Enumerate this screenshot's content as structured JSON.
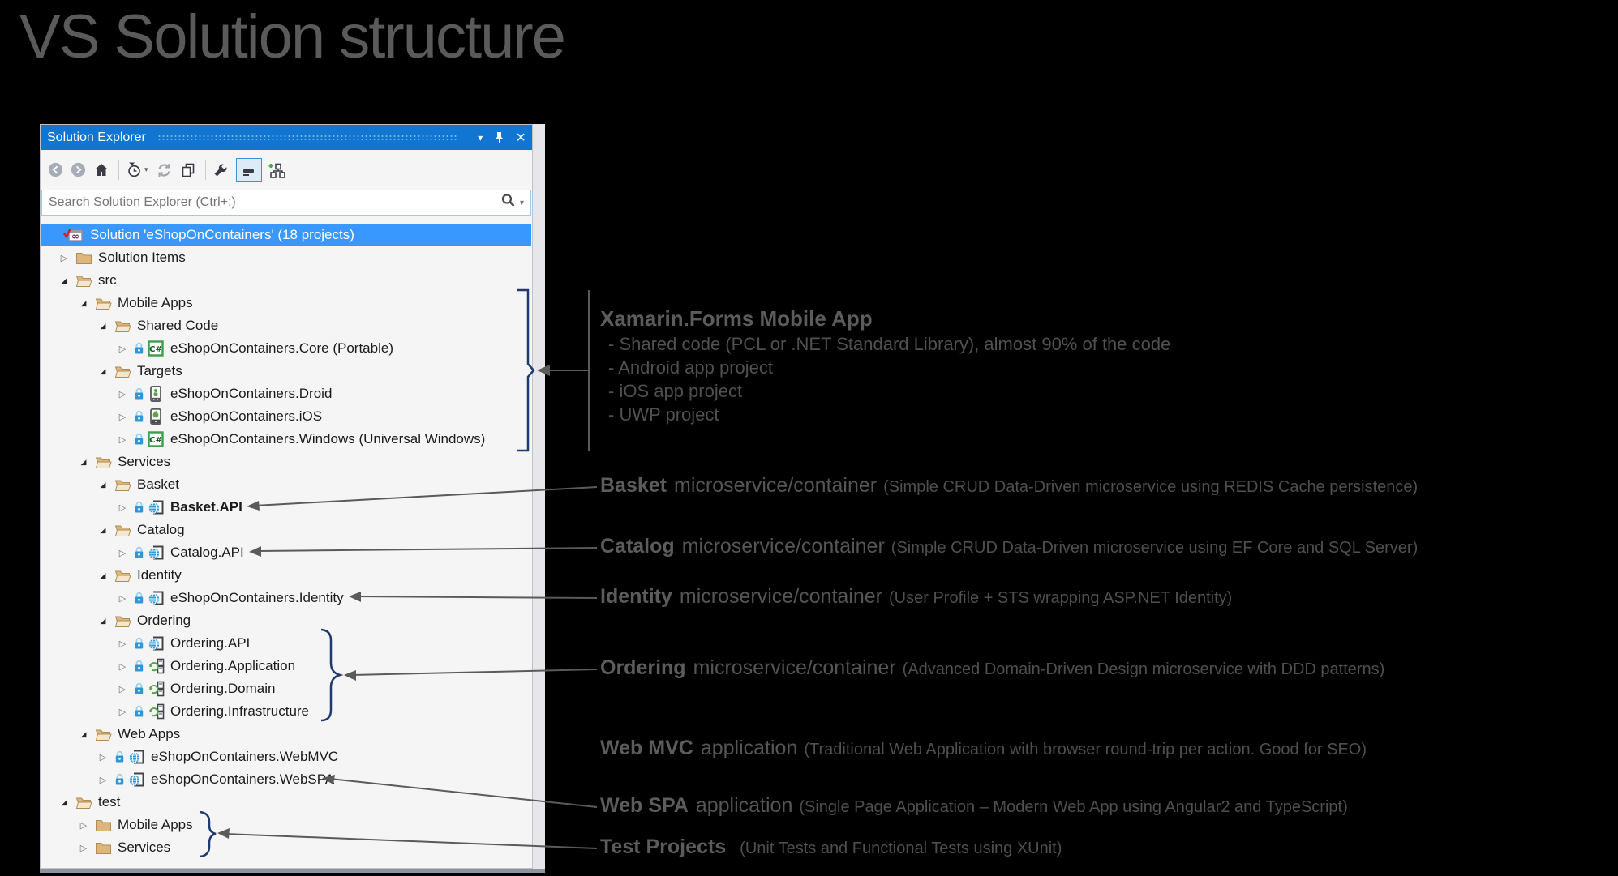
{
  "page_title": "VS Solution structure",
  "panel": {
    "title": "Solution Explorer",
    "search": {
      "placeholder": "Search Solution Explorer (Ctrl+;)"
    },
    "tree": [
      {
        "level": 0,
        "kind": "solution",
        "expander": "none",
        "label": "Solution 'eShopOnContainers' (18 projects)",
        "selected": true
      },
      {
        "level": 1,
        "kind": "folder-closed",
        "expander": "collapsed",
        "label": "Solution Items"
      },
      {
        "level": 1,
        "kind": "folder-open",
        "expander": "expanded",
        "label": "src"
      },
      {
        "level": 2,
        "kind": "folder-open",
        "expander": "expanded",
        "label": "Mobile Apps"
      },
      {
        "level": 3,
        "kind": "folder-open",
        "expander": "expanded",
        "label": "Shared Code"
      },
      {
        "level": 4,
        "kind": "csharp",
        "expander": "collapsed",
        "label": "eShopOnContainers.Core (Portable)",
        "locked": true
      },
      {
        "level": 3,
        "kind": "folder-open",
        "expander": "expanded",
        "label": "Targets"
      },
      {
        "level": 4,
        "kind": "droid",
        "expander": "collapsed",
        "label": "eShopOnContainers.Droid",
        "locked": true
      },
      {
        "level": 4,
        "kind": "ios",
        "expander": "collapsed",
        "label": "eShopOnContainers.iOS",
        "locked": true
      },
      {
        "level": 4,
        "kind": "csharp",
        "expander": "collapsed",
        "label": "eShopOnContainers.Windows (Universal Windows)",
        "locked": true
      },
      {
        "level": 2,
        "kind": "folder-open",
        "expander": "expanded",
        "label": "Services"
      },
      {
        "level": 3,
        "kind": "folder-open",
        "expander": "expanded",
        "label": "Basket"
      },
      {
        "level": 4,
        "kind": "web",
        "expander": "collapsed",
        "label": "Basket.API",
        "bold": true,
        "locked": true
      },
      {
        "level": 3,
        "kind": "folder-open",
        "expander": "expanded",
        "label": "Catalog"
      },
      {
        "level": 4,
        "kind": "web",
        "expander": "collapsed",
        "label": "Catalog.API",
        "locked": true
      },
      {
        "level": 3,
        "kind": "folder-open",
        "expander": "expanded",
        "label": "Identity"
      },
      {
        "level": 4,
        "kind": "web",
        "expander": "collapsed",
        "label": "eShopOnContainers.Identity",
        "locked": true
      },
      {
        "level": 3,
        "kind": "folder-open",
        "expander": "expanded",
        "label": "Ordering"
      },
      {
        "level": 4,
        "kind": "web",
        "expander": "collapsed",
        "label": "Ordering.API",
        "locked": true
      },
      {
        "level": 4,
        "kind": "classlib",
        "expander": "collapsed",
        "label": "Ordering.Application",
        "locked": true
      },
      {
        "level": 4,
        "kind": "classlib",
        "expander": "collapsed",
        "label": "Ordering.Domain",
        "locked": true
      },
      {
        "level": 4,
        "kind": "classlib",
        "expander": "collapsed",
        "label": "Ordering.Infrastructure",
        "locked": true
      },
      {
        "level": 2,
        "kind": "folder-open",
        "expander": "expanded",
        "label": "Web Apps"
      },
      {
        "level": 3,
        "kind": "web",
        "expander": "collapsed",
        "label": "eShopOnContainers.WebMVC",
        "locked": true
      },
      {
        "level": 3,
        "kind": "web",
        "expander": "collapsed",
        "label": "eShopOnContainers.WebSPA",
        "locked": true
      },
      {
        "level": 1,
        "kind": "folder-open",
        "expander": "expanded",
        "label": "test"
      },
      {
        "level": 2,
        "kind": "folder-closed",
        "expander": "collapsed",
        "label": "Mobile Apps"
      },
      {
        "level": 2,
        "kind": "folder-closed",
        "expander": "collapsed",
        "label": "Services"
      }
    ]
  },
  "annotations": {
    "xamarin": {
      "heading": "Xamarin.Forms Mobile App",
      "bullets": [
        "- Shared code (PCL or .NET Standard Library), almost 90% of the code",
        "- Android app project",
        "- iOS app project",
        "- UWP project"
      ]
    },
    "callouts": [
      {
        "name": "Basket",
        "mid": "microservice/container",
        "paren": "(Simple CRUD Data-Driven microservice using REDIS Cache persistence)"
      },
      {
        "name": "Catalog",
        "mid": "microservice/container",
        "paren": "(Simple CRUD Data-Driven microservice using EF Core and SQL Server)"
      },
      {
        "name": "Identity",
        "mid": "microservice/container",
        "paren": "(User Profile + STS wrapping ASP.NET Identity)"
      },
      {
        "name": "Ordering",
        "mid": "microservice/container",
        "paren": "(Advanced Domain-Driven Design microservice with DDD patterns)"
      },
      {
        "name": "Web MVC",
        "mid": "application",
        "paren": "(Traditional Web Application with browser round-trip per action. Good for SEO)"
      },
      {
        "name": "Web SPA",
        "mid": "application",
        "paren": "(Single Page Application – Modern Web App using Angular2 and TypeScript)"
      },
      {
        "name": "Test Projects",
        "mid": "",
        "paren": "(Unit Tests and Functional Tests using XUnit)"
      }
    ]
  },
  "colors": {
    "titlebar_blue": "#1176d2",
    "selection_blue": "#3898fd",
    "folder_tan": "#dcb67a",
    "bracket_navy": "#1e3a6e",
    "annotation_gray": "#5a5a5a"
  }
}
